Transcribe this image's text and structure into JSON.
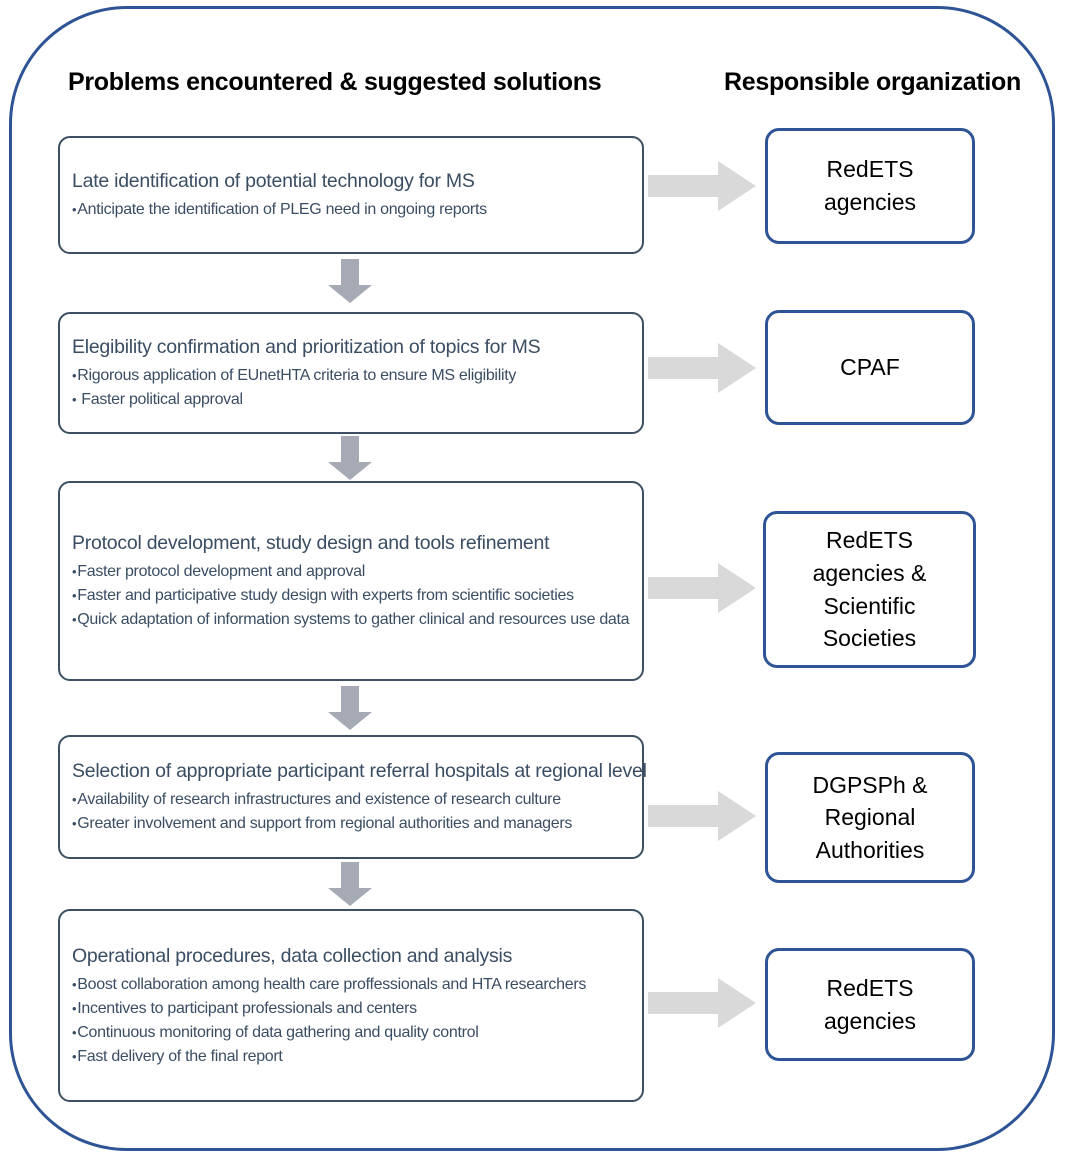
{
  "headers": {
    "left": "Problems encountered & suggested solutions",
    "right": "Responsible organization"
  },
  "colors": {
    "frame_border": "#2e5496",
    "problem_box_border": "#3d4f63",
    "problem_text": "#3b4d63",
    "org_box_border": "#2e5496",
    "org_text": "#000000",
    "arrow_fill": "#d9d9d9",
    "down_arrow_fill": "#a6aab5"
  },
  "steps": [
    {
      "title": "Late identification of potential technology for MS",
      "bullets": [
        "Anticipate the identification of PLEG need in ongoing reports"
      ],
      "organization": [
        "RedETS",
        "agencies"
      ]
    },
    {
      "title": "Elegibility confirmation and prioritization of topics for MS",
      "bullets": [
        "Rigorous application of EUnetHTA criteria to ensure MS eligibility",
        "Faster political approval"
      ],
      "organization": [
        "CPAF"
      ]
    },
    {
      "title": "Protocol development, study design and tools refinement",
      "bullets": [
        "Faster protocol development and approval",
        "Faster and participative study design with experts from scientific societies",
        "Quick adaptation of information systems to gather clinical and resources use data"
      ],
      "organization": [
        "RedETS",
        "agencies &",
        "Scientific",
        "Societies"
      ]
    },
    {
      "title": "Selection of appropriate participant referral hospitals at regional level",
      "bullets": [
        "Availability of research infrastructures and existence of research culture",
        "Greater involvement and support from regional authorities and managers"
      ],
      "organization": [
        "DGPSPh &",
        "Regional",
        "Authorities"
      ]
    },
    {
      "title": "Operational procedures, data collection and analysis",
      "bullets": [
        "Boost collaboration among health care proffessionals and HTA researchers",
        "Incentives to participant professionals and centers",
        "Continuous monitoring of data gathering and quality control",
        "Fast delivery of the final report"
      ],
      "organization": [
        "RedETS",
        "agencies"
      ]
    }
  ],
  "icons": {
    "bullet_glyph": "•",
    "right_arrow": "right-block-arrow-icon",
    "down_arrow": "down-block-arrow-icon"
  }
}
